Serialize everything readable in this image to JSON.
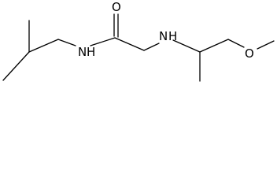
{
  "molecule": {
    "atoms": {
      "amide_n": "N",
      "amide_h": "H",
      "carbonyl_o": "O",
      "amine_n": "N",
      "amine_h": "H",
      "ether_o": "O"
    }
  },
  "colors": {
    "bond": "#000000",
    "label": "#000000",
    "background": "#ffffff"
  }
}
